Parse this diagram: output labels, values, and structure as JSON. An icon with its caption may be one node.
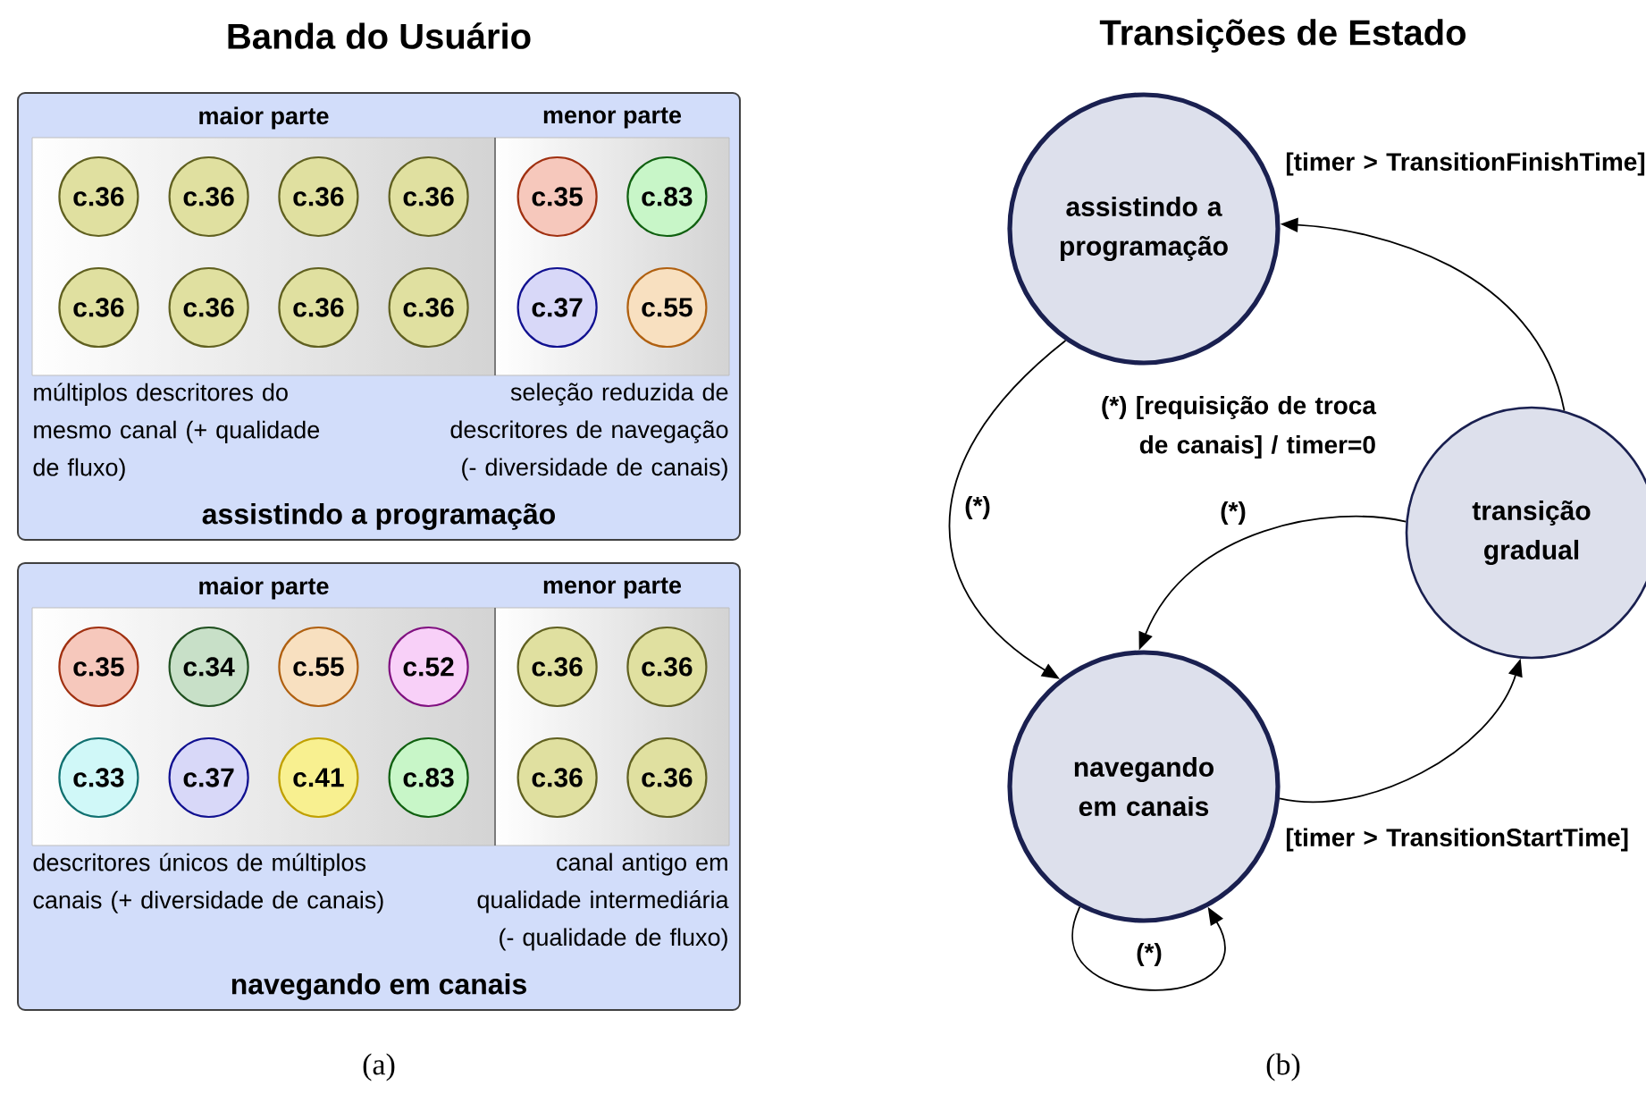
{
  "diagram": {
    "nodes": [
      {
        "text": [
          "assistindo a programação"
        ]
      },
      {
        "text": [
          "maior parte",
          "múltiplos descritores do mesmo canal (+ qualidade de fluxo)"
        ],
        "in": 0
      },
      {
        "text": [
          "menor parte",
          "seleção reduzida de descritores de navegação (- diversidade de canais)"
        ],
        "in": 0
      },
      {
        "text": [
          "c.36"
        ],
        "in": 1
      },
      {
        "text": [
          "c.36"
        ],
        "in": 1
      },
      {
        "text": [
          "c.36"
        ],
        "in": 1
      },
      {
        "text": [
          "c.36"
        ],
        "in": 1
      },
      {
        "text": [
          "c.36"
        ],
        "in": 1
      },
      {
        "text": [
          "c.36"
        ],
        "in": 1
      },
      {
        "text": [
          "c.36"
        ],
        "in": 1
      },
      {
        "text": [
          "c.36"
        ],
        "in": 1
      },
      {
        "text": [
          "c.35"
        ],
        "in": 2
      },
      {
        "text": [
          "c.83"
        ],
        "in": 2
      },
      {
        "text": [
          "c.37"
        ],
        "in": 2
      },
      {
        "text": [
          "c.55"
        ],
        "in": 2
      },
      {
        "text": [
          "navegando em canais"
        ]
      },
      {
        "text": [
          "maior parte",
          "descritores únicos de múltiplos canais (+ diversidade de canais)"
        ],
        "in": 15
      },
      {
        "text": [
          "menor parte",
          "canal antigo em qualidade intermediária (- qualidade de fluxo)"
        ],
        "in": 15
      },
      {
        "text": [
          "c.35"
        ],
        "in": 16
      },
      {
        "text": [
          "c.34"
        ],
        "in": 16
      },
      {
        "text": [
          "c.55"
        ],
        "in": 16
      },
      {
        "text": [
          "c.52"
        ],
        "in": 16
      },
      {
        "text": [
          "c.33"
        ],
        "in": 16
      },
      {
        "text": [
          "c.37"
        ],
        "in": 16
      },
      {
        "text": [
          "c.41"
        ],
        "in": 16
      },
      {
        "text": [
          "c.83"
        ],
        "in": 16
      },
      {
        "text": [
          "c.36"
        ],
        "in": 17
      },
      {
        "text": [
          "c.36"
        ],
        "in": 17
      },
      {
        "text": [
          "c.36"
        ],
        "in": 17
      },
      {
        "text": [
          "c.36"
        ],
        "in": 17
      },
      {
        "text": [
          "assistindo a programação"
        ]
      },
      {
        "text": [
          "transição gradual"
        ]
      },
      {
        "text": [
          "navegando em canais"
        ]
      }
    ],
    "edges": [
      {
        "from": 30,
        "to": 32,
        "arrow": "to",
        "label": "(*)"
      },
      {
        "from": 31,
        "to": 32,
        "arrow": "to",
        "label": "(*)"
      },
      {
        "from": 32,
        "to": 31,
        "arrow": "to",
        "label": "[timer > TransitionStartTime]"
      },
      {
        "from": 31,
        "to": 30,
        "arrow": "to",
        "label": "[timer > TransitionFinishTime]"
      },
      {
        "from": 32,
        "to": 32,
        "arrow": "to",
        "label": "(*)"
      }
    ],
    "labels": [
      "Banda do Usuário",
      "Transições de Estado",
      "(*) [requisição de troca de canais] / timer=0",
      "(a)",
      "(b)"
    ]
  }
}
